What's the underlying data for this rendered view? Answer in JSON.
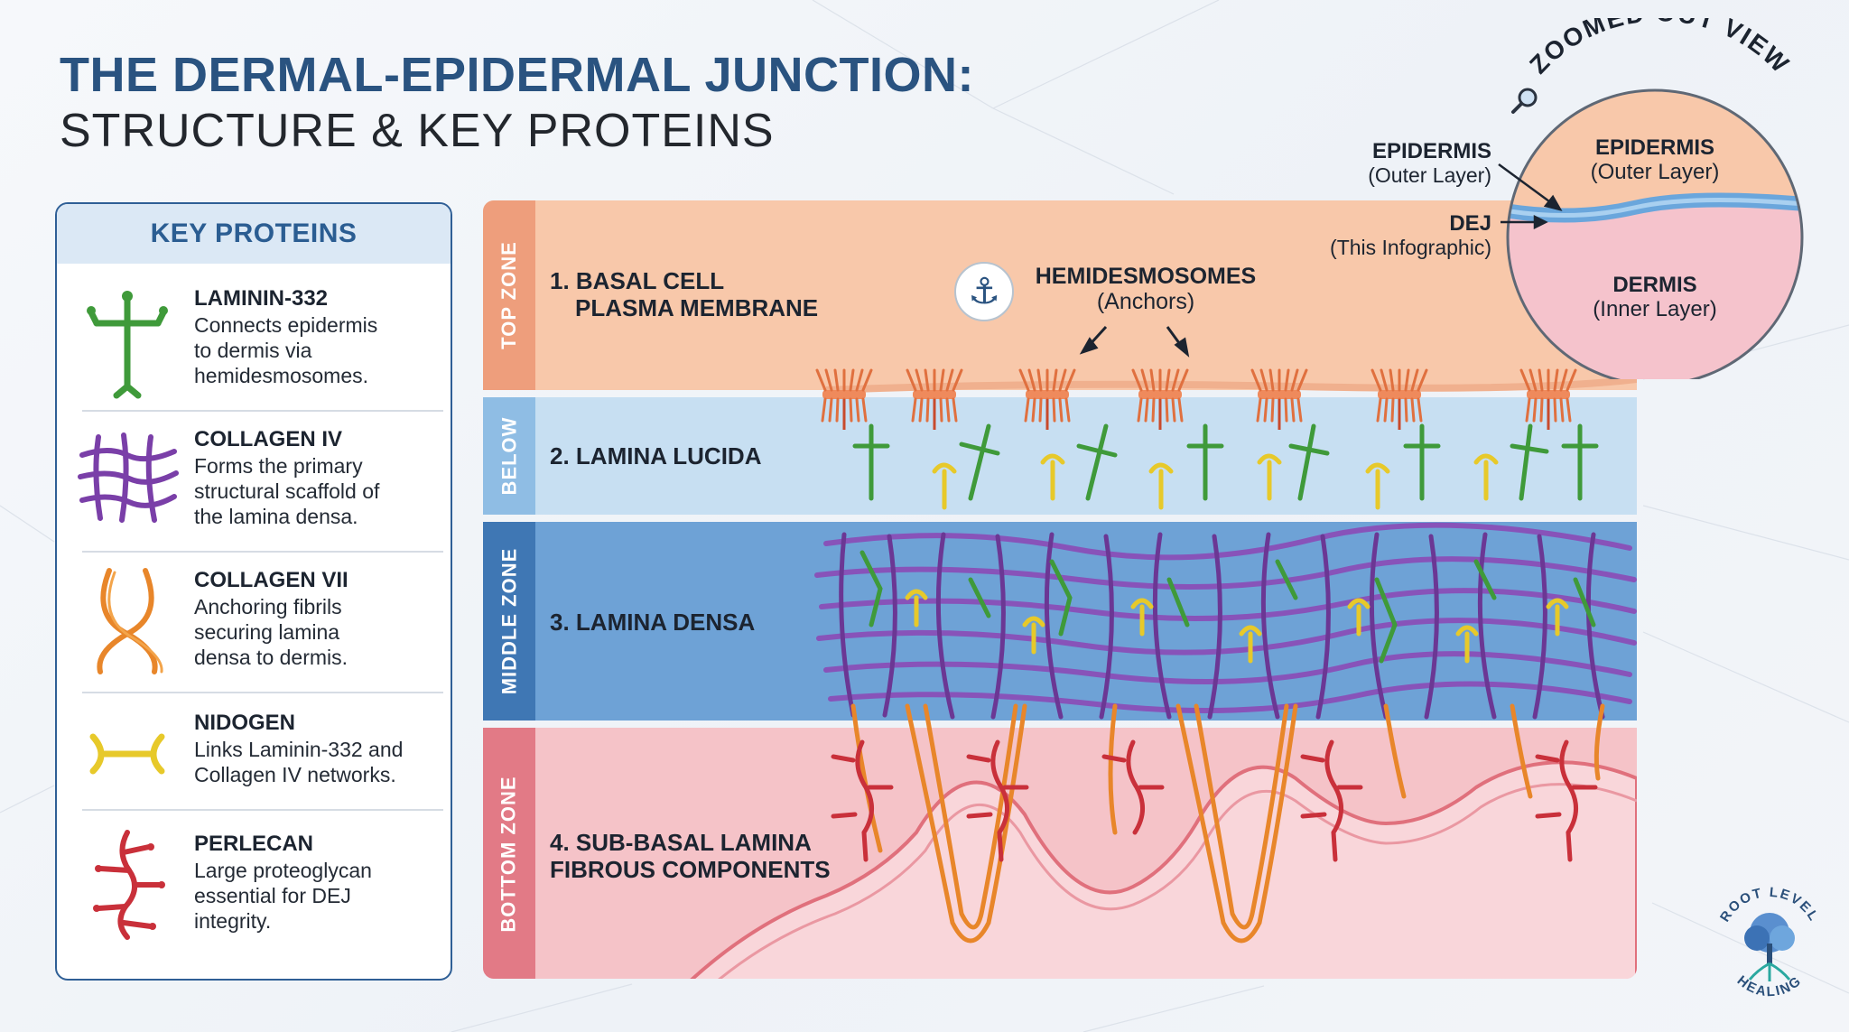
{
  "title": {
    "line1": "THE DERMAL-EPIDERMAL JUNCTION:",
    "line2": "STRUCTURE & KEY PROTEINS"
  },
  "key_proteins": {
    "header": "KEY PROTEINS",
    "items": [
      {
        "name": "LAMININ-332",
        "desc": [
          "Connects epidermis",
          "to dermis via",
          "hemidesmosomes."
        ],
        "icon": "laminin-icon",
        "color": "#3f9a3a"
      },
      {
        "name": "COLLAGEN IV",
        "desc": [
          "Forms the primary",
          "structural scaffold of",
          "the lamina densa."
        ],
        "icon": "collagen-iv-icon",
        "color": "#7a3fa8"
      },
      {
        "name": "COLLAGEN VII",
        "desc": [
          "Anchoring fibrils",
          "securing lamina",
          "densa to dermis."
        ],
        "icon": "collagen-vii-icon",
        "color": "#e8862a"
      },
      {
        "name": "NIDOGEN",
        "desc": [
          "Links Laminin-332 and",
          "Collagen IV networks."
        ],
        "icon": "nidogen-icon",
        "color": "#e7c92a"
      },
      {
        "name": "PERLECAN",
        "desc": [
          "Large proteoglycan",
          "essential for DEJ",
          "integrity."
        ],
        "icon": "perlecan-icon",
        "color": "#c9303a"
      }
    ]
  },
  "zones": [
    {
      "tab": "TOP ZONE",
      "label": [
        "1. BASAL CELL",
        "PLASMA MEMBRANE"
      ],
      "color": "#f8c8aa",
      "tab_color": "#ee9e7c"
    },
    {
      "tab": "BELOW",
      "label": [
        "2. LAMINA LUCIDA"
      ],
      "color": "#c7dff2",
      "tab_color": "#8fbde4"
    },
    {
      "tab": "MIDDLE ZONE",
      "label": [
        "3. LAMINA DENSA"
      ],
      "color": "#6ea2d6",
      "tab_color": "#3f77b4"
    },
    {
      "tab": "BOTTOM ZONE",
      "label": [
        "4. SUB-BASAL LAMINA",
        "FIBROUS COMPONENTS"
      ],
      "color": "#f5c3c8",
      "tab_color": "#e27a86"
    }
  ],
  "annotations": {
    "hemidesmosomes": "HEMIDESMOSOMES",
    "hemidesmosomes_sub": "(Anchors)",
    "anchor_icon": "anchor-icon"
  },
  "zoom_view": {
    "title": "ZOOMED OUT VIEW",
    "icon": "magnifier-icon",
    "epidermis": "EPIDERMIS",
    "epidermis_sub": "(Outer Layer)",
    "dermis": "DERMIS",
    "dermis_sub": "(Inner Layer)",
    "side_epidermis": "EPIDERMIS",
    "side_epidermis_sub": "(Outer Layer)",
    "side_dej": "DEJ",
    "side_dej_sub": "(This Infographic)"
  },
  "logo": {
    "text_top": "ROOT LEVEL",
    "text_bottom": "HEALING",
    "icon": "tree-icon"
  }
}
